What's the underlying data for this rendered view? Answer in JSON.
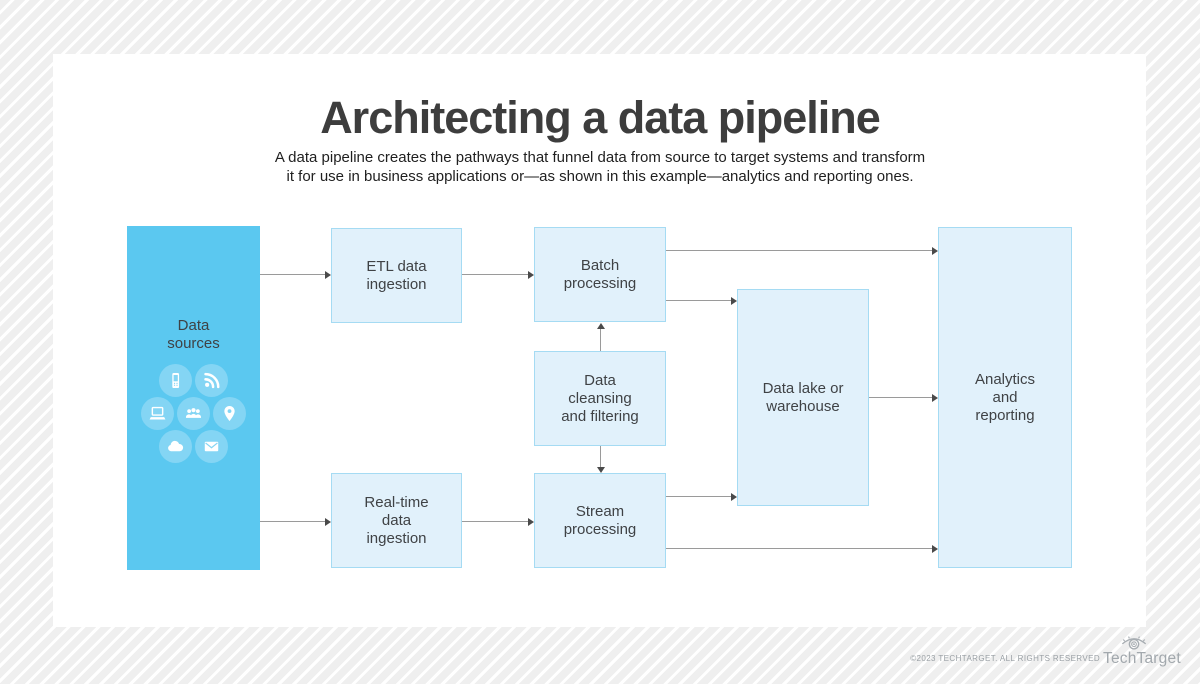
{
  "header": {
    "title": "Architecting a data pipeline",
    "subtitle": "A data pipeline creates the pathways that funnel data from source to target systems and transform\nit for use in business applications or—as shown in this example—analytics and reporting ones."
  },
  "diagram": {
    "nodes": {
      "data_sources": {
        "label": "Data\nsources"
      },
      "etl_ingestion": {
        "label": "ETL data\ningestion"
      },
      "batch_processing": {
        "label": "Batch\nprocessing"
      },
      "data_cleansing": {
        "label": "Data\ncleansing\nand filtering"
      },
      "realtime_ingestion": {
        "label": "Real-time\ndata\ningestion"
      },
      "stream_processing": {
        "label": "Stream\nprocessing"
      },
      "data_lake": {
        "label": "Data lake or\nwarehouse"
      },
      "analytics": {
        "label": "Analytics\nand\nreporting"
      }
    },
    "source_icons": [
      "mobile-phone",
      "rss-feed",
      "laptop",
      "user-group",
      "location-pin",
      "cloud",
      "email"
    ],
    "edges": [
      {
        "from": "data-sources",
        "to": "etl-data-ingestion"
      },
      {
        "from": "data-sources",
        "to": "real-time-data-ingestion"
      },
      {
        "from": "etl-data-ingestion",
        "to": "batch-processing"
      },
      {
        "from": "real-time-data-ingestion",
        "to": "stream-processing"
      },
      {
        "from": "data-cleansing-and-filtering",
        "to": "batch-processing"
      },
      {
        "from": "data-cleansing-and-filtering",
        "to": "stream-processing"
      },
      {
        "from": "batch-processing",
        "to": "analytics-and-reporting"
      },
      {
        "from": "batch-processing",
        "to": "data-lake-or-warehouse"
      },
      {
        "from": "stream-processing",
        "to": "data-lake-or-warehouse"
      },
      {
        "from": "stream-processing",
        "to": "analytics-and-reporting"
      },
      {
        "from": "data-lake-or-warehouse",
        "to": "analytics-and-reporting"
      }
    ],
    "colors": {
      "source_box": "#5bc8f0",
      "icon_circle": "#84d5f4",
      "process_box_fill": "#e1f1fb",
      "process_box_border": "#a5dbf3",
      "arrow_line": "#9a9a9a",
      "arrow_head": "#4a4a4a",
      "node_text": "#3f4245"
    }
  },
  "footer": {
    "copyright": "©2023 TECHTARGET. ALL RIGHTS RESERVED",
    "logo_text": "TechTarget"
  }
}
